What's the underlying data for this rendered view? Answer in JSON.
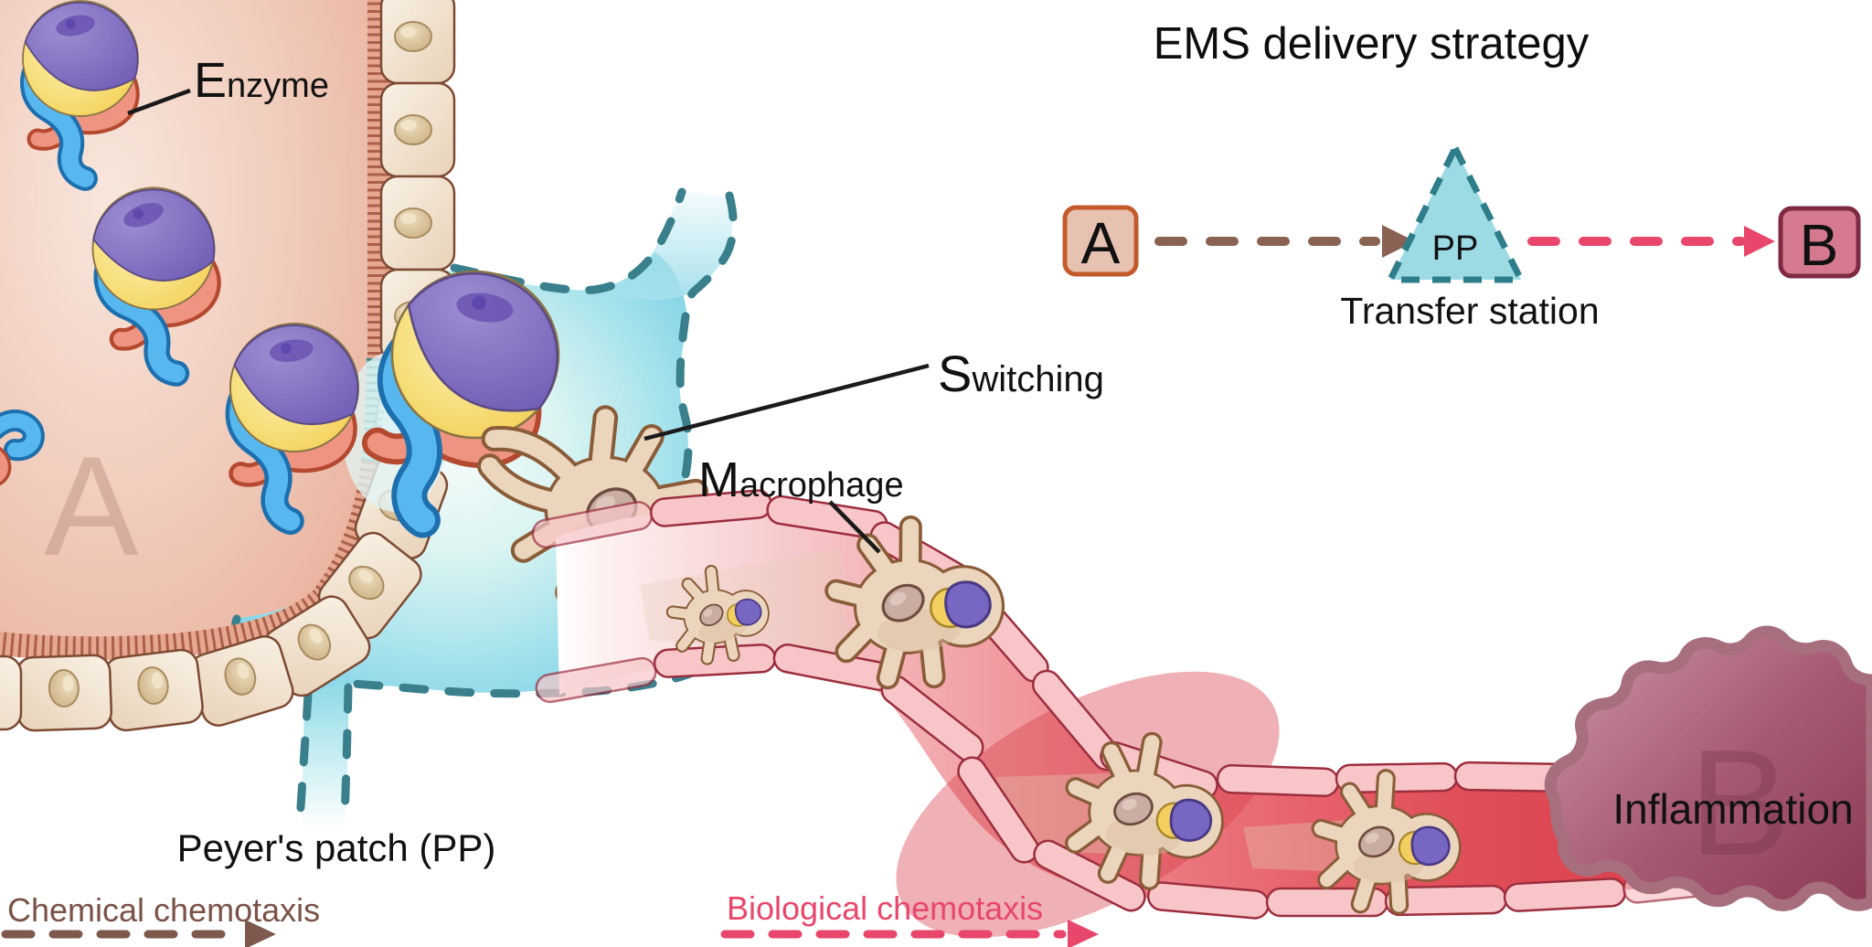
{
  "figure": {
    "title": "EMS delivery strategy",
    "watermarks": {
      "lumen": "A",
      "inflammation": "B"
    },
    "labels": {
      "enzyme": {
        "initial": "E",
        "rest": "nzyme"
      },
      "switching": {
        "initial": "S",
        "rest": "witching"
      },
      "macrophage": {
        "initial": "M",
        "rest": "acrophage"
      },
      "peyers_patch": "Peyer's patch (PP)",
      "transfer_station": "Transfer station",
      "inflammation": "Inflammation",
      "chemical_chemotaxis": "Chemical chemotaxis",
      "biological_chemotaxis": "Biological chemotaxis"
    },
    "schematic": {
      "node_a": "A",
      "node_pp": "PP",
      "node_b": "B"
    },
    "colors": {
      "chemical_brown": "#7d584d",
      "biological_pink": "#e8476b",
      "pp_teal_border": "#3a7f8c",
      "pp_cyan": "#8ad7e8",
      "enzyme_purple": "#7a67bd",
      "enzyme_yellow": "#f3cf52",
      "enzyme_salmon": "#ef9480",
      "enzyme_blue": "#57b7ef",
      "vessel_red": "#dc4650",
      "inflammation_maroon": "#8e3c58",
      "lumen_salmon": "#ecb9a5",
      "cell_tan": "#e8d2b8",
      "node_a_fill": "#e8c2b0",
      "node_a_border": "#c45a2c",
      "node_b_fill": "#d5798e",
      "node_b_border": "#7d2a42"
    }
  }
}
